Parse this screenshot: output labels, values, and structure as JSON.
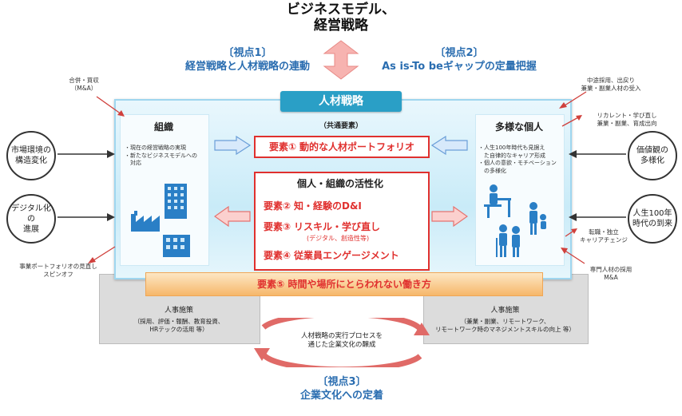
{
  "title": {
    "line1": "ビジネスモデル、",
    "line2": "経営戦略"
  },
  "viewpoint1": {
    "label": "〔視点1〕",
    "text": "経営戦略と人材戦略の連動"
  },
  "viewpoint2": {
    "label": "〔視点2〕",
    "text": "As is-To beギャップの定量把握"
  },
  "viewpoint3": {
    "label": "〔視点3〕",
    "text": "企業文化への定着"
  },
  "center_tag": "人材戦略",
  "common_elements": "（共通要素）",
  "left_panel": {
    "title": "組織",
    "bullets": [
      "・現在の経営戦略の実現",
      "・新たなビジネスモデルへの",
      "　対応"
    ]
  },
  "right_panel": {
    "title": "多様な個人",
    "bullets": [
      "・人生100年時代も見据え",
      "　た自律的なキャリア形成",
      "・個人の意欲・モチベーション",
      "　の多様化"
    ]
  },
  "element1": {
    "label": "要素①",
    "text": "動的な人材ポートフォリオ"
  },
  "activation_box": {
    "title": "個人・組織の活性化",
    "items": [
      {
        "label": "要素②",
        "text": "知・経験のD&I"
      },
      {
        "label": "要素③",
        "text": "リスキル・学び直し",
        "sub": "(デジタル、創造性等)"
      },
      {
        "label": "要素④",
        "text": "従業員エンゲージメント"
      }
    ]
  },
  "element5": {
    "label": "要素⑤",
    "text": "時間や場所にとらわれない働き方"
  },
  "left_circles": [
    "市場環境の\n構造変化",
    "デジタル化の\n進展"
  ],
  "right_circles": [
    "価値観の\n多様化",
    "人生100年\n時代の到来"
  ],
  "notes": {
    "top_left": "合併・買収\n（M&A）",
    "bottom_left": "事業ポートフォリオの見直し\nスピンオフ",
    "top_right1": "中途採用、出戻り\n兼業・副業人材の受入",
    "top_right2": "リカレント・学び直し\n兼業・副業、育成出向",
    "mid_right": "転職・独立\nキャリアチェンジ",
    "bottom_right": "専門人材の採用\nM&A"
  },
  "hr_left": {
    "title": "人事施策",
    "detail": "（採用、評価・報酬、教育投資、\nHRテックの活用 等）"
  },
  "hr_right": {
    "title": "人事施策",
    "detail": "（兼業・副業、リモートワーク、\nリモートワーク時のマネジメントスキルの向上 等）"
  },
  "cycle_text": "人材戦略の実行プロセスを\n通じた企業文化の醸成",
  "colors": {
    "accent_blue": "#2a9fc6",
    "red": "#e0302e",
    "light_blue": "#c9ebf8",
    "orange": "#f6b76a"
  }
}
